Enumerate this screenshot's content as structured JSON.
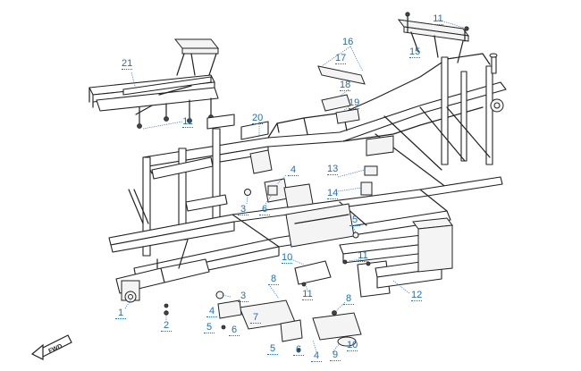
{
  "callouts": {
    "c1": "1",
    "c2": "2",
    "c3a": "3",
    "c3b": "3",
    "c4a": "4",
    "c4b": "4",
    "c4c": "4",
    "c5a": "5",
    "c5b": "5",
    "c5c": "5",
    "c6a": "6",
    "c6b": "6",
    "c6c": "6",
    "c7": "7",
    "c8a": "8",
    "c8b": "8",
    "c9": "9",
    "c10a": "10",
    "c10b": "10",
    "c11a": "11",
    "c11b": "11",
    "c11c": "11",
    "c11d": "11",
    "c12": "12",
    "c13": "13",
    "c14": "14",
    "c15": "15",
    "c16": "16",
    "c17": "17",
    "c18": "18",
    "c19": "19",
    "c20": "20",
    "c21": "21"
  },
  "fwd_badge": "FWD",
  "colors": {
    "callout": "#1f6fb2",
    "line": "#222222",
    "background": "#ffffff"
  }
}
